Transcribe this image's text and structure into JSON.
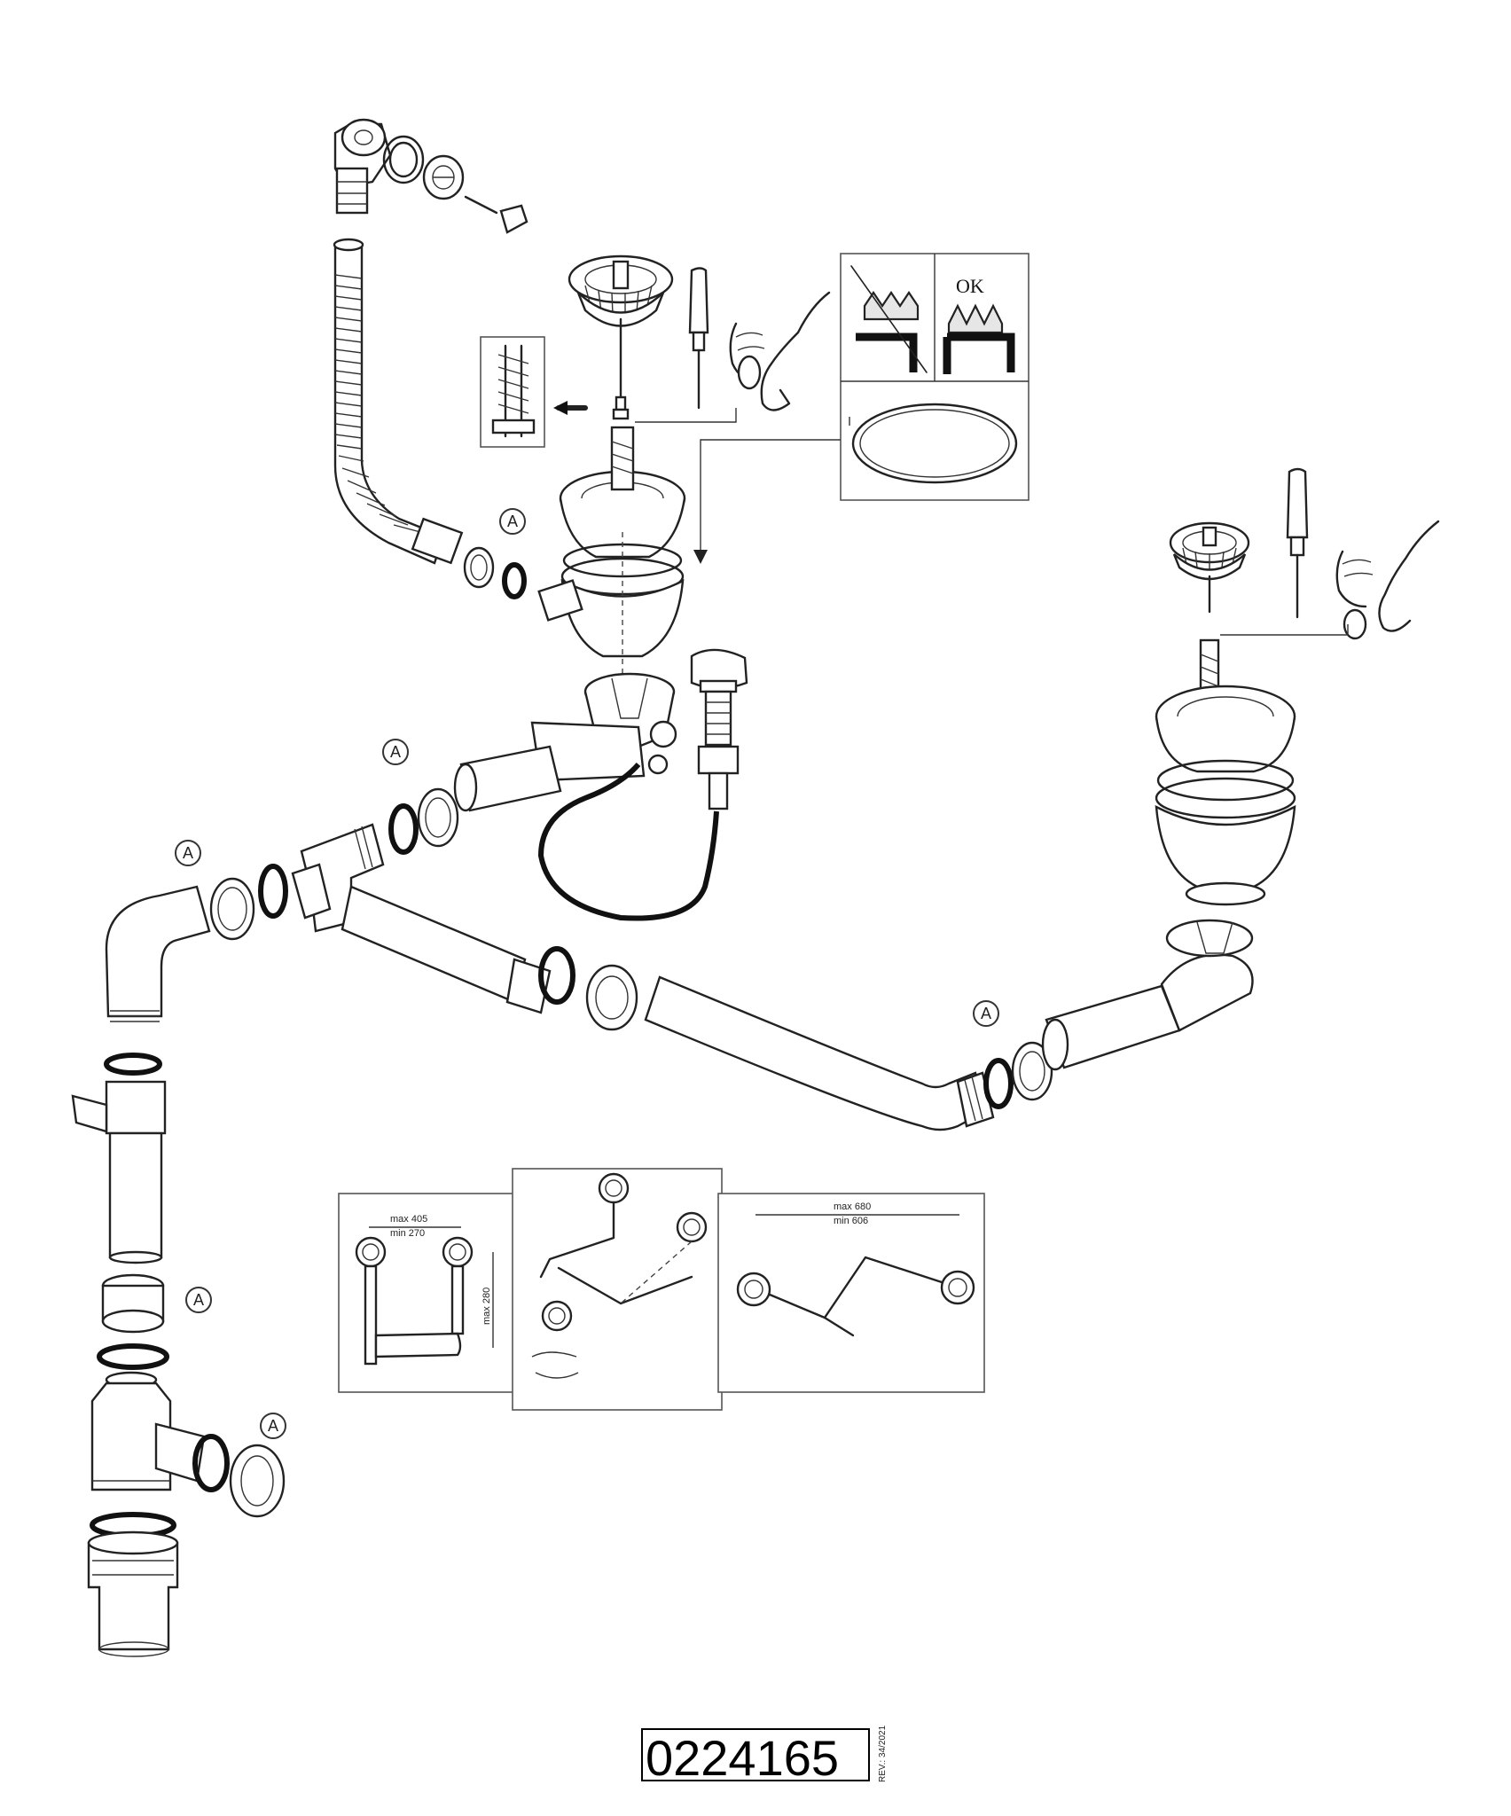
{
  "document": {
    "part_number": "0224165",
    "revision": "REV.: 34/2021"
  },
  "callouts": {
    "label": "A"
  },
  "checks": {
    "ok_label": "OK"
  },
  "dimensions": {
    "left_max": "max 405",
    "left_min": "min 270",
    "left_height": "max 280",
    "right_max": "max 680",
    "right_min": "min 606"
  }
}
